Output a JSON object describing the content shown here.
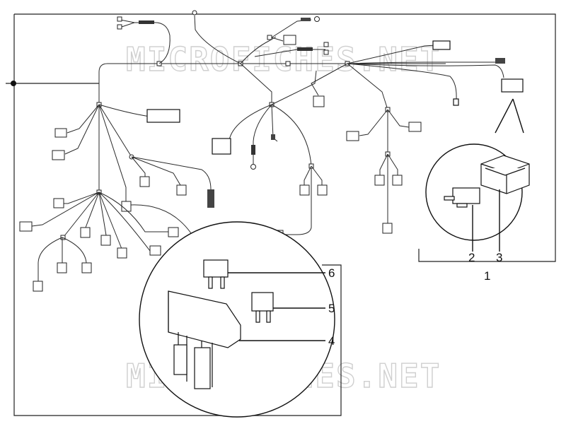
{
  "watermark": "MICROFICHES.NET",
  "callouts": {
    "c1": "1",
    "c2": "2",
    "c3": "3",
    "c4": "4",
    "c5": "5",
    "c6": "6"
  }
}
